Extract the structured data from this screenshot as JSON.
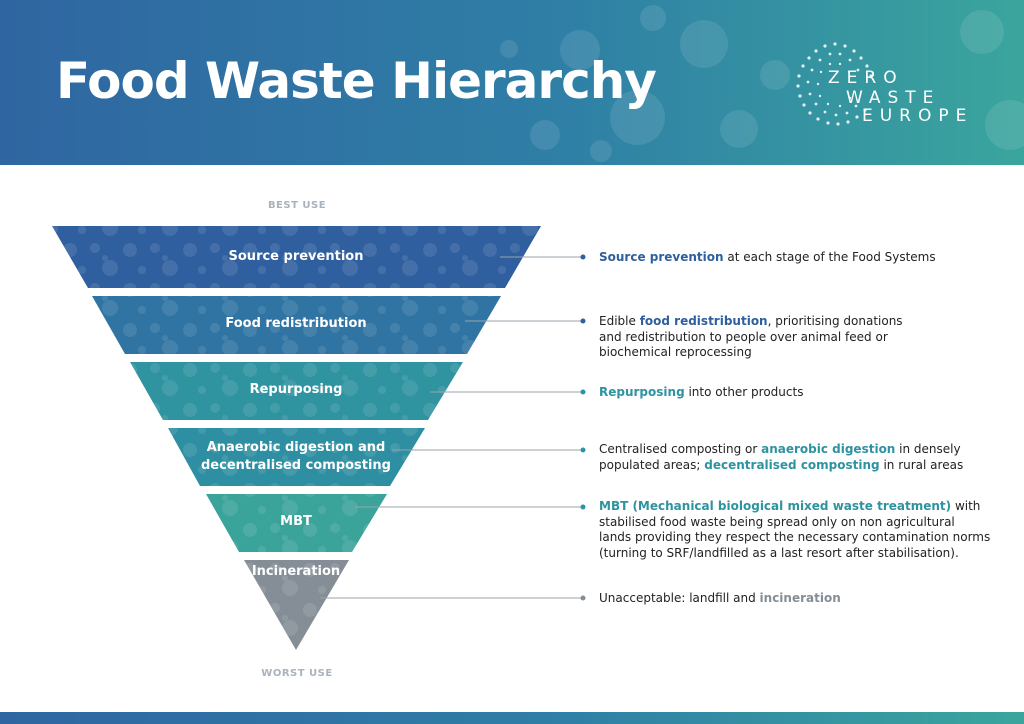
{
  "header": {
    "title": "Food Waste Hierarchy"
  },
  "logo": {
    "lines": [
      "ZERO",
      "WASTE",
      "EUROPE"
    ]
  },
  "labels": {
    "best": "BEST USE",
    "worst": "WORST USE"
  },
  "colors": {
    "source_prevention": "#2f5f9e",
    "food_redistribution": "#2f74a3",
    "repurposing": "#2f93a0",
    "anaerobic": "#2e8ea2",
    "mbt": "#3aa39a",
    "incineration": "#858e96",
    "accent_blue": "#2f5f9e",
    "accent_teal": "#2e93a0",
    "accent_grey": "#858e96"
  },
  "levels": [
    {
      "label": "Source prevention",
      "desc": [
        {
          "t": "Source prevention",
          "h": "blue"
        },
        {
          "t": " at each stage of the Food Systems"
        }
      ]
    },
    {
      "label": "Food redistribution",
      "desc": [
        {
          "t": "Edible "
        },
        {
          "t": "food redistribution",
          "h": "blue"
        },
        {
          "t": ", prioritising donations\nand redistribution to people over animal feed or\nbiochemical reprocessing"
        }
      ]
    },
    {
      "label": "Repurposing",
      "desc": [
        {
          "t": "Repurposing",
          "h": "teal"
        },
        {
          "t": " into other products"
        }
      ]
    },
    {
      "label": "Anaerobic digestion and\ndecentralised composting",
      "desc": [
        {
          "t": "Centralised composting or "
        },
        {
          "t": "anaerobic digestion",
          "h": "teal"
        },
        {
          "t": " in densely\npopulated areas; "
        },
        {
          "t": "decentralised composting",
          "h": "teal"
        },
        {
          "t": " in rural areas"
        }
      ]
    },
    {
      "label": "MBT",
      "desc": [
        {
          "t": "MBT (Mechanical biological mixed waste treatment)",
          "h": "teal"
        },
        {
          "t": " with\nstabilised food waste being spread only on non agricultural\nlands providing they respect the necessary contamination norms\n(turning to SRF/landfilled as a last resort after stabilisation)."
        }
      ]
    },
    {
      "label": "Incineration",
      "desc": [
        {
          "t": "Unacceptable: landfill and "
        },
        {
          "t": "incineration",
          "h": "grey"
        }
      ]
    }
  ]
}
